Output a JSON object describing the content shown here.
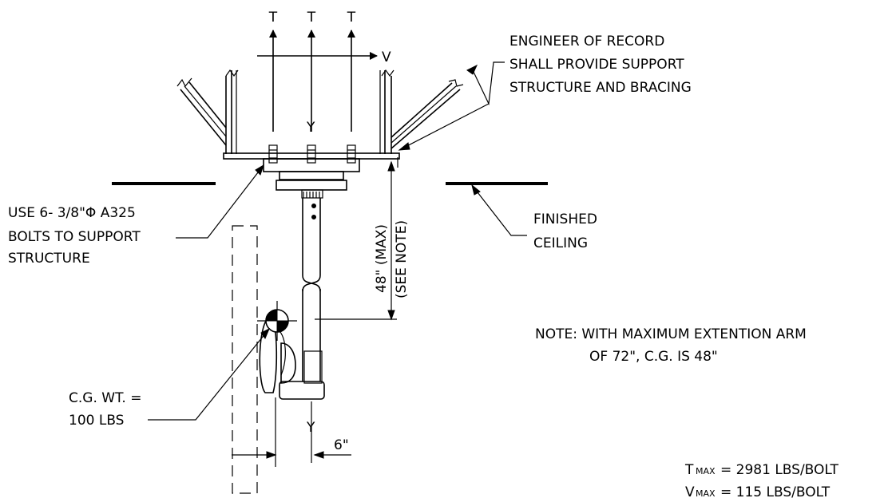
{
  "force_labels": {
    "t1": "T",
    "t2": "T",
    "t3": "T",
    "v": "V",
    "y_top": "Y",
    "y_bottom": "Y"
  },
  "notes": {
    "engineer_line1": "ENGINEER OF RECORD",
    "engineer_line2": "SHALL PROVIDE SUPPORT",
    "engineer_line3": "STRUCTURE AND BRACING",
    "bolts_line1": "USE 6- 3/8\"Φ A325",
    "bolts_line2": "BOLTS TO SUPPORT",
    "bolts_line3": "STRUCTURE",
    "ceiling_line1": "FINISHED",
    "ceiling_line2": "CEILING",
    "dim_line1": "48\" (MAX)",
    "dim_line2": "(SEE NOTE)",
    "note_line1": "NOTE: WITH MAXIMUM EXTENTION ARM",
    "note_line2": "OF 72\", C.G. IS 48\"",
    "cg_line1": "C.G. WT. =",
    "cg_line2": "100 LBS",
    "offset": "6\""
  },
  "loads": {
    "t_symbol": "T",
    "t_sub": "MAX",
    "t_value": "= 2981 LBS/BOLT",
    "v_symbol": "V",
    "v_sub": "MAX",
    "v_value": "= 115 LBS/BOLT"
  }
}
